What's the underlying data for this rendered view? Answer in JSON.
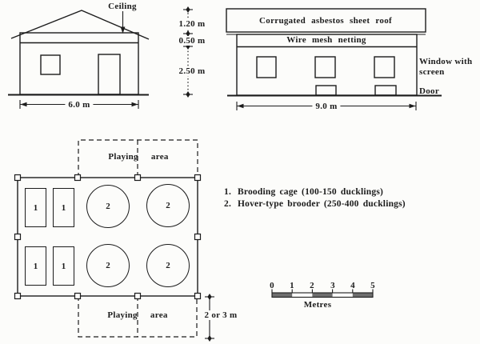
{
  "figure": {
    "side_elevation": {
      "ceiling_label": "Ceiling",
      "width_dim": "6.0 m"
    },
    "height_dims": {
      "roof": "1.20 m",
      "netting": "0.50 m",
      "wall": "2.50 m"
    },
    "front_elevation": {
      "roof_label": "Corrugated asbestos sheet roof",
      "netting_label": "Wire mesh netting",
      "window_label": [
        "Window with",
        "screen"
      ],
      "door_label": "Door",
      "width_dim": "9.0 m"
    },
    "floor_plan": {
      "playing_area_top": "Playing area",
      "playing_area_bottom": "Playing area",
      "depth_dim": "2 or 3 m",
      "cage_number": "1",
      "brooder_number": "2"
    },
    "legend": {
      "items": [
        {
          "number": "1.",
          "text": "Brooding cage (100-150 ducklings)"
        },
        {
          "number": "2.",
          "text": "Hover-type brooder (250-400 ducklings)"
        }
      ]
    },
    "scale_bar": {
      "ticks": [
        "0",
        "1",
        "2",
        "3",
        "4",
        "5"
      ],
      "unit_label": "Metres"
    }
  },
  "colors": {
    "ink": "#1c1c1c",
    "paper": "#fcfcfa",
    "scale_fill": "#6e6e6e"
  }
}
